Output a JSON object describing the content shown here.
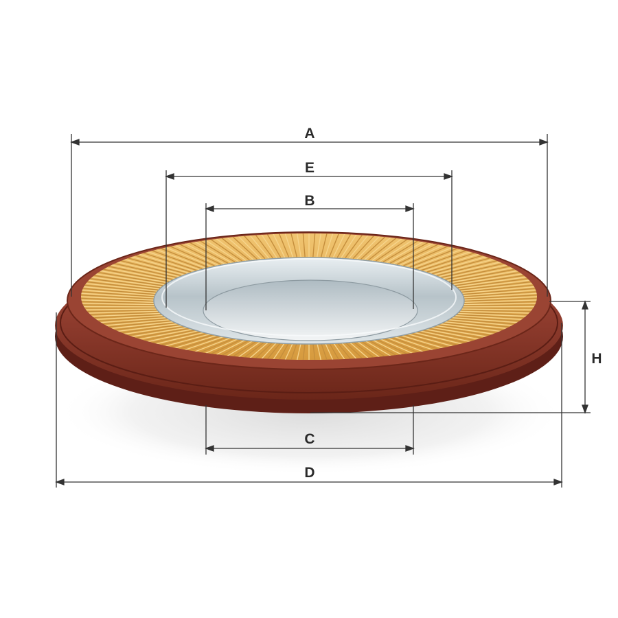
{
  "colors": {
    "seal": "#8c3a2c",
    "seal_dark": "#5e1f17",
    "media": "#e8b45a",
    "media_dark": "#b07a2a",
    "metal": "#c9d3d8",
    "dimension_line": "#333333"
  },
  "icons": [
    "air-filter-illustration"
  ],
  "dimensions": {
    "A": "A",
    "B": "B",
    "C": "C",
    "D": "D",
    "E": "E",
    "H": "H"
  }
}
